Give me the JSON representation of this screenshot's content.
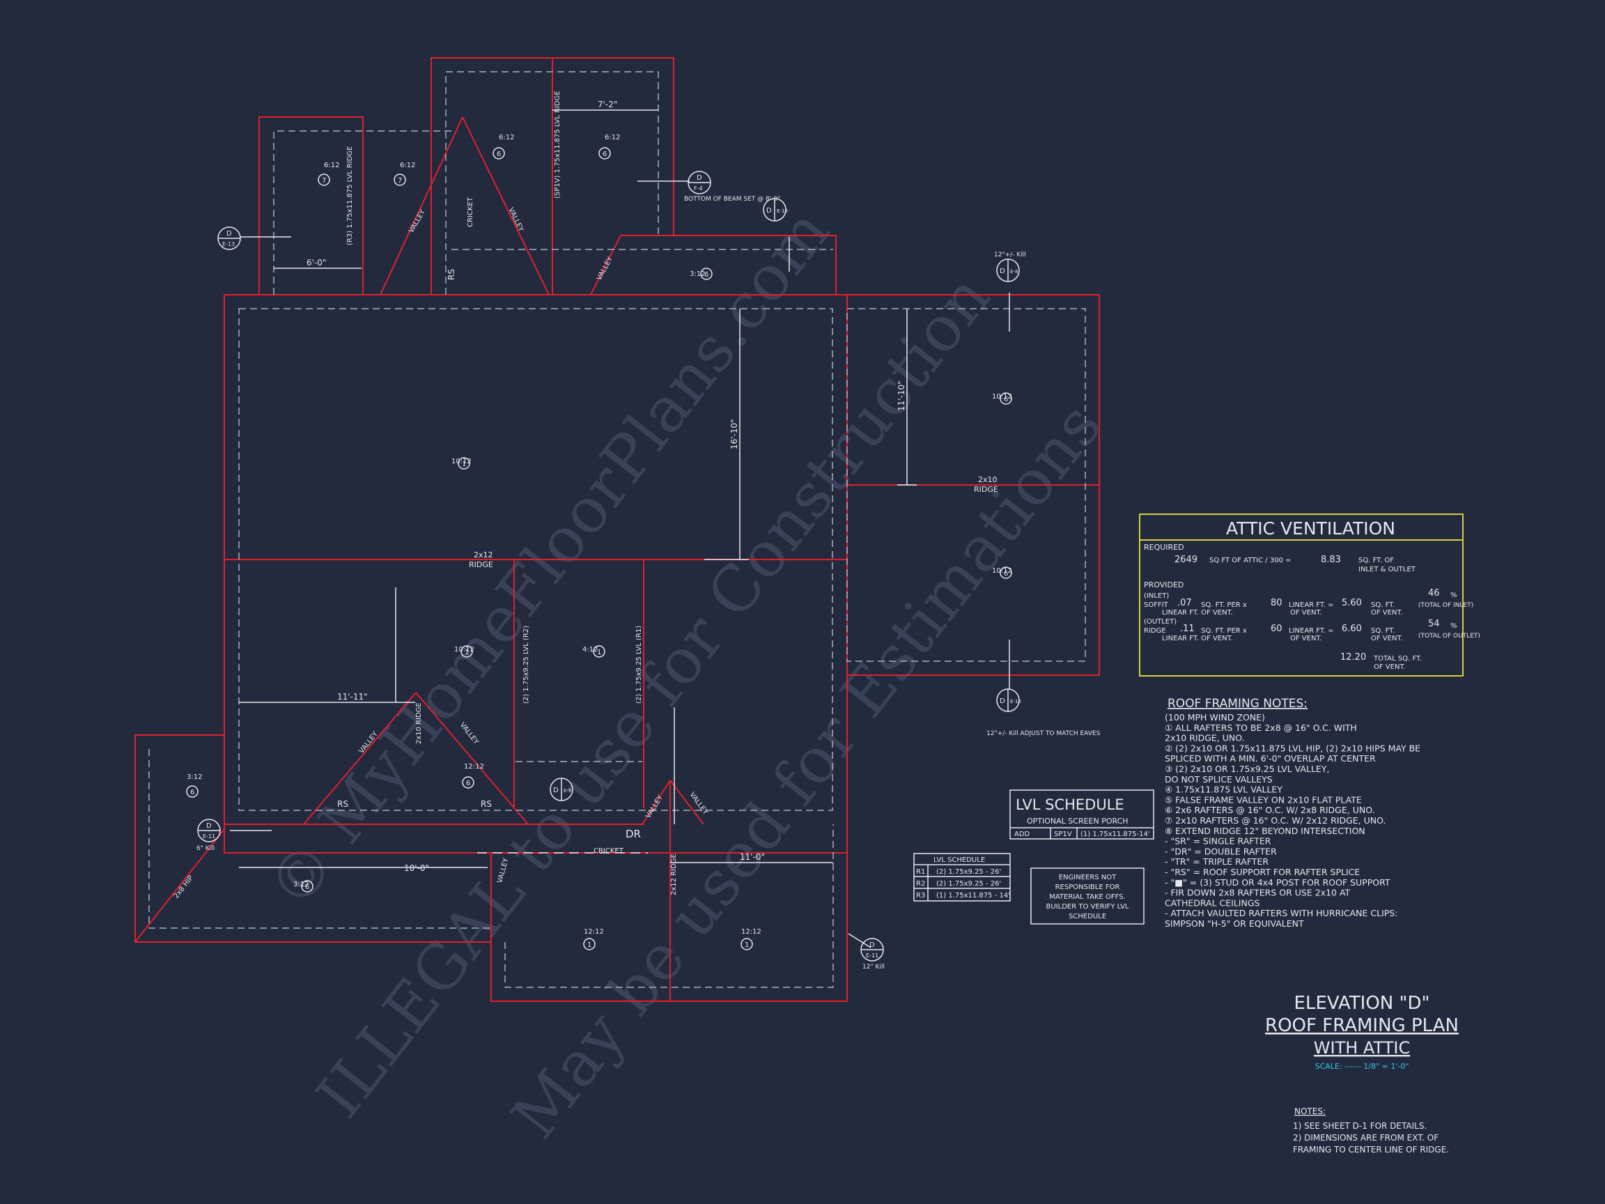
{
  "watermark": {
    "line1": "© MyHomeFloorPlans.com",
    "line2": "ILLEGAL to use for Construction",
    "line3": "May be used for Estimations"
  },
  "plan": {
    "areas": [
      {
        "pitch": "6:12",
        "num": "7"
      },
      {
        "pitch": "6:12",
        "num": "7"
      },
      {
        "pitch": "6:12",
        "num": "6"
      },
      {
        "pitch": "6:12",
        "num": "6"
      },
      {
        "pitch": "10:12",
        "num": "1"
      },
      {
        "pitch": "10:12",
        "num": "1"
      },
      {
        "pitch": "4:12",
        "num": "1"
      },
      {
        "pitch": "10:12",
        "num": "6"
      },
      {
        "pitch": "10:12",
        "num": "6"
      },
      {
        "pitch": "12:12",
        "num": "6"
      },
      {
        "pitch": "3:12",
        "num": "6"
      },
      {
        "pitch": "3:12",
        "num": "6"
      },
      {
        "pitch": "12:12",
        "num": "1"
      },
      {
        "pitch": "12:12",
        "num": "1"
      },
      {
        "pitch": "3:12",
        "num": "6"
      }
    ],
    "labels": {
      "ridge_main": "2x12",
      "ridge_word": "RIDGE",
      "ridge_right": "2x10",
      "lvl_ridge_1": "(R3) 1.75x11.875 LVL RIDGE",
      "lvl_ridge_2": "(SP1V) 1.75x11.875 LVL RIDGE",
      "lvl_beam_r2": "(2) 1.75x9.25 LVL (R2)",
      "lvl_beam_r1": "(2) 1.75x9.25 LVL (R1)",
      "valley": "VALLEY",
      "cricket": "CRICKET",
      "rs": "RS",
      "dr": "DR",
      "hip": "2x8 HIP",
      "ridge_2x10": "2x10 RIDGE",
      "ridge_2x12": "2x12 RIDGE",
      "bottom_beam": "BOTTOM OF BEAM SET @ 8'-0\"",
      "match_eaves": "12\"+/- Kill ADJUST TO MATCH EAVES",
      "kill_12": "12\"+/- Kill",
      "kill_6": "6\" Kill",
      "kill_12b": "12\" Kill"
    },
    "dims": {
      "d1": "7'-2\"",
      "d2": "6'-0\"",
      "d3": "16'-10\"",
      "d4": "11'-10\"",
      "d5": "11'-11\"",
      "d6": "10'-0\"",
      "d7": "11'-0\""
    },
    "details": [
      {
        "letter": "D",
        "sheet": "E-13"
      },
      {
        "letter": "D",
        "sheet": "F-4"
      },
      {
        "letter": "D",
        "sheet": "E-10"
      },
      {
        "letter": "D",
        "sheet": "E-8"
      },
      {
        "letter": "D",
        "sheet": "E-9"
      },
      {
        "letter": "D",
        "sheet": "E-11"
      },
      {
        "letter": "D",
        "sheet": "E-10"
      },
      {
        "letter": "D",
        "sheet": "E-11"
      }
    ]
  },
  "attic": {
    "title": "ATTIC VENTILATION",
    "required": "REQUIRED",
    "req_sqft": "2649",
    "req_text": "SQ FT OF ATTIC / 300 =",
    "req_result": "8.83",
    "req_unit": "SQ. FT. OF",
    "req_unit2": "INLET & OUTLET",
    "provided": "PROVIDED",
    "inlet": "(INLET)",
    "soffit": "SOFFIT",
    "soffit_val": ".07",
    "sq_per": "SQ. FT. PER x",
    "soffit_lf": "80",
    "linear_ft": "LINEAR FT. =",
    "soffit_sqft": "5.60",
    "sqft": "SQ. FT.",
    "soffit_pct": "46",
    "pct": "%",
    "lin_of_vent": "LINEAR FT. OF VENT.",
    "of_vent": "OF VENT.",
    "of_vent2": "OF VENT.",
    "total_inlet": "(TOTAL OF INLET)",
    "outlet": "(OUTLET)",
    "ridge": "RIDGE",
    "ridge_val": ".11",
    "ridge_lf": "60",
    "ridge_sqft": "6.60",
    "ridge_pct": "54",
    "total_outlet": "(TOTAL OF OUTLET)",
    "total_val": "12.20",
    "total_text": "TOTAL SQ. FT.",
    "total_text2": "OF VENT."
  },
  "notes": {
    "title": "ROOF FRAMING NOTES:",
    "items": [
      "(100 MPH WIND ZONE)",
      "① ALL RAFTERS TO BE 2x8 @ 16\" O.C. WITH",
      "   2x10 RIDGE, UNO.",
      "② (2) 2x10 OR 1.75x11.875 LVL HIP, (2) 2x10 HIPS MAY BE",
      "   SPLICED WITH A MIN. 6'-0\" OVERLAP AT CENTER",
      "③ (2) 2x10 OR 1.75x9.25 LVL VALLEY,",
      "   DO NOT SPLICE VALLEYS",
      "④ 1.75x11.875 LVL VALLEY",
      "⑤ FALSE FRAME VALLEY ON 2x10 FLAT PLATE",
      "⑥ 2x6 RAFTERS @ 16\" O.C. W/ 2x8 RIDGE, UNO.",
      "⑦ 2x10 RAFTERS @ 16\" O.C. W/ 2x12 RIDGE, UNO.",
      "⑧ EXTEND RIDGE 12\" BEYOND INTERSECTION",
      "-  \"SR\" = SINGLE RAFTER",
      "-  \"DR\" = DOUBLE RAFTER",
      "-  \"TR\" = TRIPLE RAFTER",
      "-  \"RS\" = ROOF SUPPORT FOR RAFTER SPLICE",
      "-  \"■\" = (3) STUD OR 4x4 POST FOR ROOF SUPPORT",
      "-  FIR DOWN 2x8 RAFTERS OR USE 2x10 AT",
      "   CATHEDRAL CEILINGS",
      "-  ATTACH VAULTED RAFTERS WITH HURRICANE CLIPS:",
      "   SIMPSON \"H-5\" OR EQUIVALENT"
    ]
  },
  "lvl_big": {
    "title": "LVL SCHEDULE",
    "subtitle": "OPTIONAL SCREEN PORCH",
    "c1": "ADD",
    "c2": "SP1V",
    "c3": "(1) 1.75x11.875-14'"
  },
  "lvl_small": {
    "title": "LVL SCHEDULE",
    "rows": [
      {
        "id": "R1",
        "val": "(2) 1.75x9.25 - 26'"
      },
      {
        "id": "R2",
        "val": "(2) 1.75x9.25 - 26'"
      },
      {
        "id": "R3",
        "val": "(1) 1.75x11.875 - 14'"
      }
    ]
  },
  "engineers": {
    "l1": "ENGINEERS NOT",
    "l2": "RESPONSIBLE FOR",
    "l3": "MATERIAL TAKE OFFS.",
    "l4": "BUILDER TO VERIFY LVL",
    "l5": "SCHEDULE"
  },
  "title_block": {
    "l1": "ELEVATION \"D\"",
    "l2": "ROOF FRAMING PLAN",
    "l3": "WITH ATTIC",
    "scale": "SCALE: ------ 1/8\" = 1'-0\""
  },
  "footnotes": {
    "title": "NOTES:",
    "n1": "1)  SEE SHEET D-1 FOR DETAILS.",
    "n2": "2)  DIMENSIONS ARE FROM EXT. OF",
    "n3": "     FRAMING TO CENTER LINE OF RIDGE."
  }
}
